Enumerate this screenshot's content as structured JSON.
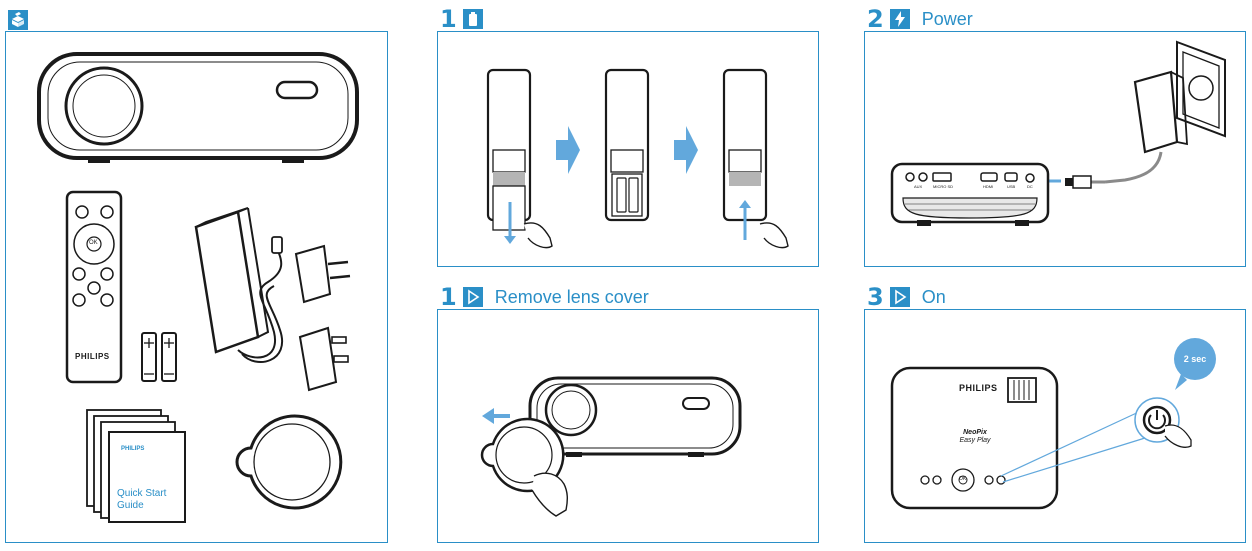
{
  "headers": {
    "box": {
      "icon": "box-contents-icon"
    },
    "batteries": {
      "number": "1",
      "icon": "battery-icon"
    },
    "power": {
      "number": "2",
      "icon": "lightning-icon",
      "title": "Power"
    },
    "lens": {
      "number": "1",
      "icon": "play-icon",
      "title": "Remove lens cover"
    },
    "on": {
      "number": "3",
      "icon": "play-icon",
      "title": "On"
    }
  },
  "box_contents": {
    "remote_brand": "PHILIPS",
    "remote_ok": "OK",
    "guide_brand": "PHILIPS",
    "guide_title_line1": "Quick Start",
    "guide_title_line2": "Guide"
  },
  "power_panel": {
    "port_labels": [
      "AUX",
      "MICRO SD",
      "HDMI",
      "USB",
      "DC"
    ]
  },
  "on_panel": {
    "brand": "PHILIPS",
    "model_line1": "NeoPix",
    "model_line2": "Easy Play",
    "ok_label": "OK",
    "hold_time": "2 sec"
  },
  "colors": {
    "accent": "#2a8fc7",
    "arrow": "#62a8dc",
    "stroke": "#1a1a1a",
    "grey": "#8a8a8a"
  }
}
